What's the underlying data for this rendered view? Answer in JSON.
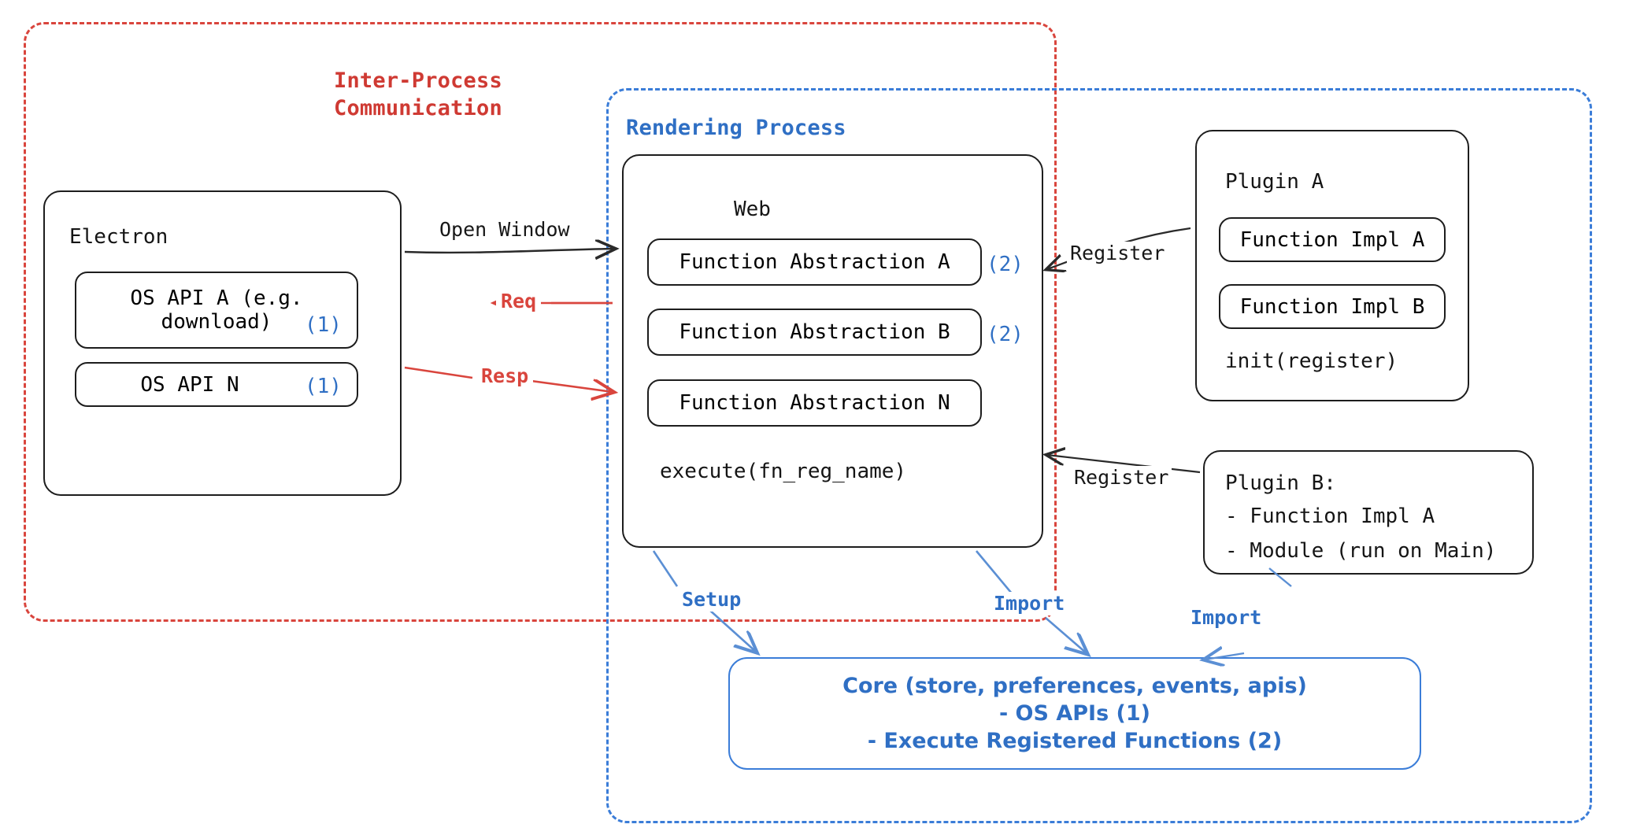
{
  "regions": {
    "ipc": {
      "label": "Inter-Process\nCommunication",
      "color": "#cf3a33"
    },
    "rendering": {
      "label": "Rendering Process",
      "color": "#2f6fc4"
    }
  },
  "electron": {
    "title": "Electron",
    "items": [
      {
        "text": "OS API A (e.g.\ndownload)",
        "marker": "(1)"
      },
      {
        "text": "OS API N",
        "marker": "(1)"
      }
    ]
  },
  "web": {
    "title": "Web",
    "abstractions": [
      {
        "label": "Function Abstraction A",
        "marker": "(2)"
      },
      {
        "label": "Function Abstraction B",
        "marker": "(2)"
      },
      {
        "label": "Function Abstraction N",
        "marker": ""
      }
    ],
    "footer": "execute(fn_reg_name)"
  },
  "plugin_a": {
    "title": "Plugin A",
    "items": [
      "Function Impl A",
      "Function Impl B"
    ],
    "footer": "init(register)"
  },
  "plugin_b": {
    "title": "Plugin B:",
    "items": [
      "- Function Impl A",
      "- Module (run on Main)"
    ]
  },
  "core": {
    "lines": [
      "Core (store, preferences, events, apis)",
      "- OS APIs (1)",
      "- Execute Registered Functions (2)"
    ],
    "color": "#2f6fc4"
  },
  "arrows": {
    "open_window": "Open Window",
    "req": "Req",
    "resp": "Resp",
    "register_top": "Register",
    "register_bottom": "Register",
    "setup": "Setup",
    "import_center": "Import",
    "import_right": "Import"
  },
  "colors": {
    "red": "#d9453d",
    "blue": "#2f6fc4",
    "ink": "#1d1d1d"
  }
}
